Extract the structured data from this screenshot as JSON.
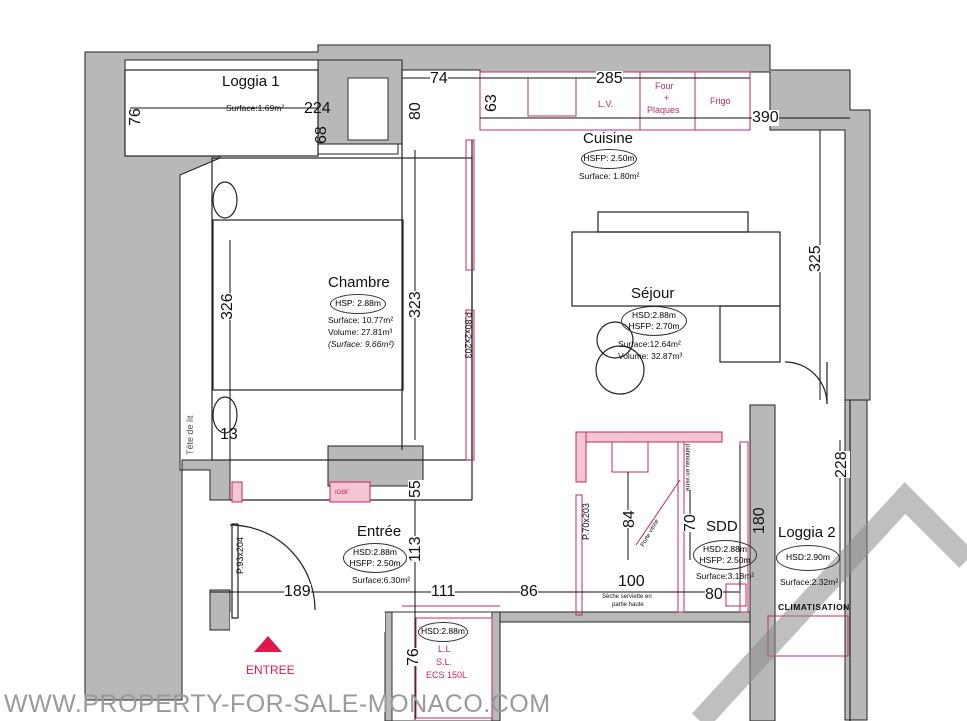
{
  "rooms": {
    "loggia1": {
      "name": "Loggia 1",
      "surface": "Surface:1.69m²"
    },
    "chambre": {
      "name": "Chambre",
      "hsp": "HSP: 2.88m",
      "surface": "Surface: 10.77m²",
      "volume": "Volume: 27.81m³",
      "surface_alt": "(Surface: 9.66m²)"
    },
    "cuisine": {
      "name": "Cuisine",
      "hsfp": "HSFP: 2.50m",
      "surface": "Surface: 1.80m²"
    },
    "sejour": {
      "name": "Séjour",
      "hsd": "HSD:2.88m",
      "hsfp": "HSFP: 2.70m",
      "surface": "Surface:12.64m²",
      "volume": "Volume: 32.87m³"
    },
    "entree": {
      "name": "Entrée",
      "hsd": "HSD:2.88m",
      "hsfp": "HSFP: 2.50m",
      "surface": "Surface:6.30m²"
    },
    "sdd": {
      "name": "SDD",
      "hsd": "HSD:2.88m",
      "hsfp": "HSFP: 2.50m",
      "surface": "Surface:3.18m²"
    },
    "loggia2": {
      "name": "Loggia 2",
      "hsd": "HSD:2.90m",
      "surface": "Surface:2.32m²"
    },
    "placard": {
      "hsd": "HSD:2.88m",
      "ll": "L.L",
      "sl": "S.L.",
      "ecs": "ECS 150L"
    }
  },
  "dimensions": {
    "d74": "74",
    "d285": "285",
    "d63": "63",
    "d80": "80",
    "d390": "390",
    "d76a": "76",
    "d224": "224",
    "d68": "68",
    "d326": "326",
    "d323": "323",
    "d325": "325",
    "d13": "13",
    "d55": "55",
    "d113": "113",
    "d228": "228",
    "d84": "84",
    "d70": "70",
    "d180": "180",
    "d189": "189",
    "d111": "111",
    "d86": "86",
    "d100": "100",
    "d80b": "80",
    "d76b": "76"
  },
  "fixtures": {
    "lv": "L.V.",
    "four": "Four",
    "plus": "+",
    "plaques": "Plaques",
    "frigo": "Frigo",
    "tete_lit": "Tête de lit",
    "seche": "Sèche serviette en",
    "seche2": "partie haute",
    "porte_vitree": "Porte vitrée",
    "panneau": "panneau en verre",
    "climatisation": "CLIMATISATION",
    "toilet_tag": "ІОӨГ"
  },
  "doors": {
    "p80": "P.80x2x203",
    "p70": "P.70x203",
    "p93": "P.93x204"
  },
  "entry": {
    "label": "ENTREE",
    "color": "#e0194b"
  },
  "watermark": "WWW.PROPERTY-FOR-SALE-MONACO.COM",
  "colors": {
    "wall": "#b8b8b8",
    "accent": "#c8285a"
  }
}
